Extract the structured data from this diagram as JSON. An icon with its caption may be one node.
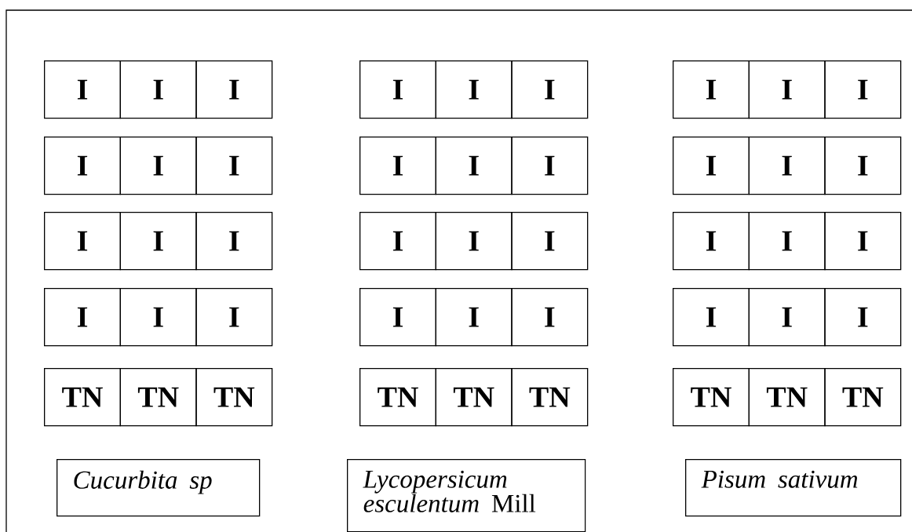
{
  "diagram": {
    "nodes": [
      {
        "text": [
          "I"
        ]
      },
      {
        "text": [
          "I"
        ]
      },
      {
        "text": [
          "I"
        ]
      },
      {
        "text": [
          "I"
        ]
      },
      {
        "text": [
          "I"
        ]
      },
      {
        "text": [
          "I"
        ]
      },
      {
        "text": [
          "I"
        ]
      },
      {
        "text": [
          "I"
        ]
      },
      {
        "text": [
          "I"
        ]
      },
      {
        "text": [
          "I"
        ]
      },
      {
        "text": [
          "I"
        ]
      },
      {
        "text": [
          "I"
        ]
      },
      {
        "text": [
          "I"
        ]
      },
      {
        "text": [
          "I"
        ]
      },
      {
        "text": [
          "I"
        ]
      },
      {
        "text": [
          "I"
        ]
      },
      {
        "text": [
          "I"
        ]
      },
      {
        "text": [
          "I"
        ]
      },
      {
        "text": [
          "I"
        ]
      },
      {
        "text": [
          "I"
        ]
      },
      {
        "text": [
          "I"
        ]
      },
      {
        "text": [
          "I"
        ]
      },
      {
        "text": [
          "I"
        ]
      },
      {
        "text": [
          "I"
        ]
      },
      {
        "text": [
          "I"
        ]
      },
      {
        "text": [
          "I"
        ]
      },
      {
        "text": [
          "I"
        ]
      },
      {
        "text": [
          "I"
        ]
      },
      {
        "text": [
          "I"
        ]
      },
      {
        "text": [
          "I"
        ]
      },
      {
        "text": [
          "I"
        ]
      },
      {
        "text": [
          "I"
        ]
      },
      {
        "text": [
          "I"
        ]
      },
      {
        "text": [
          "I"
        ]
      },
      {
        "text": [
          "I"
        ]
      },
      {
        "text": [
          "I"
        ]
      },
      {
        "text": [
          "TN"
        ]
      },
      {
        "text": [
          "TN"
        ]
      },
      {
        "text": [
          "TN"
        ]
      },
      {
        "text": [
          "TN"
        ]
      },
      {
        "text": [
          "TN"
        ]
      },
      {
        "text": [
          "TN"
        ]
      },
      {
        "text": [
          "TN"
        ]
      },
      {
        "text": [
          "TN"
        ]
      },
      {
        "text": [
          "TN"
        ]
      },
      {
        "text": [
          "Cucurbita sp"
        ]
      },
      {
        "text": [
          "*Lycopersicum esculentum* Mill"
        ]
      },
      {
        "text": [
          "Pisum sativum"
        ]
      }
    ]
  }
}
